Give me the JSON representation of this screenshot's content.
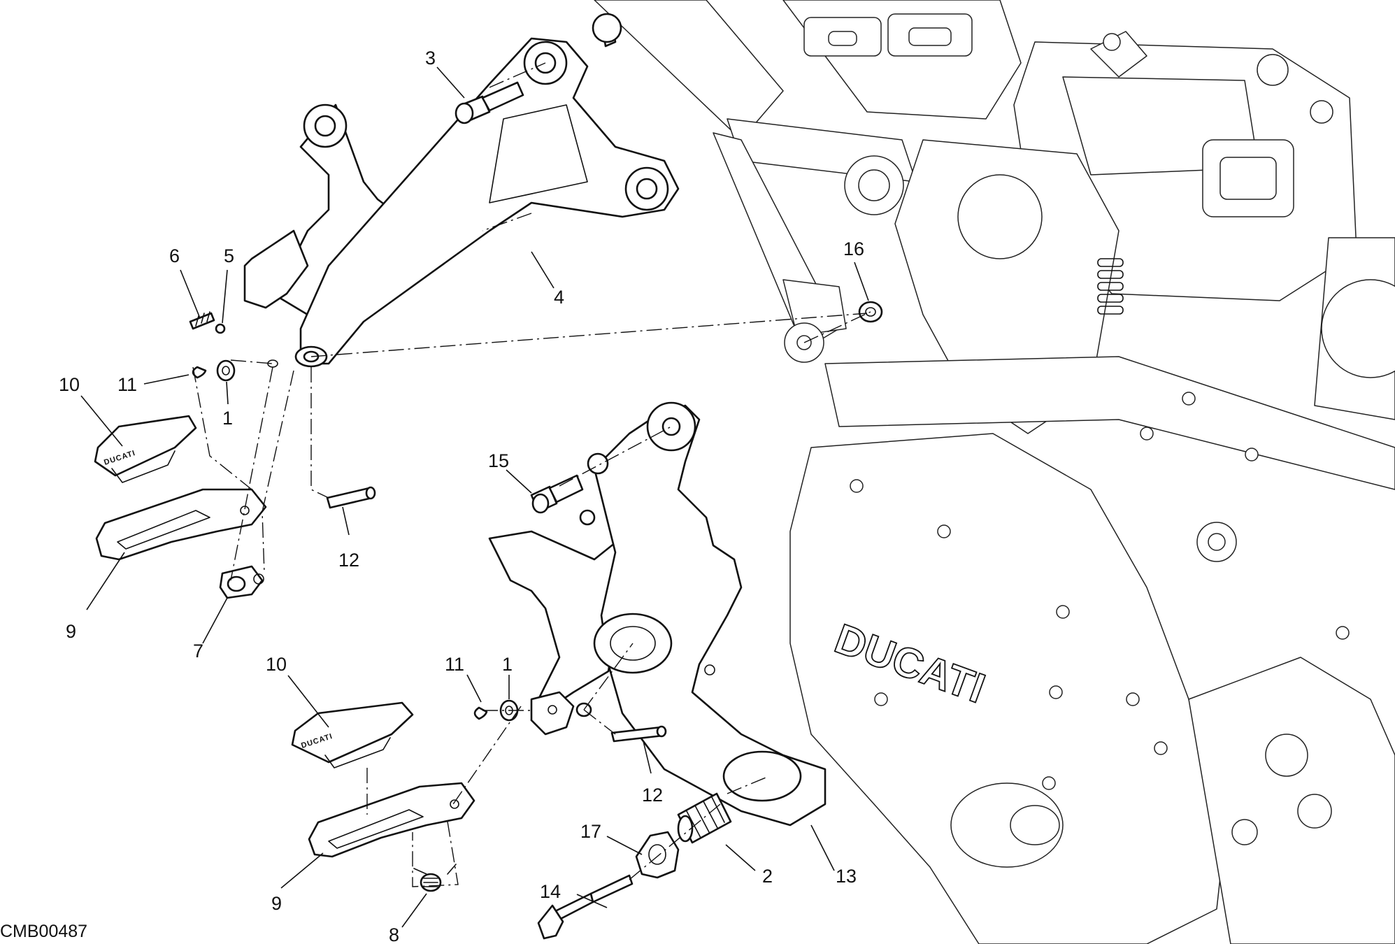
{
  "diagram": {
    "drawing_code": "CMB00487",
    "engine_brand": "DUCATI",
    "footpeg_brand": "DUCATI",
    "callouts": [
      {
        "id": "c3",
        "label": "3"
      },
      {
        "id": "c4",
        "label": "4"
      },
      {
        "id": "c6",
        "label": "6"
      },
      {
        "id": "c5",
        "label": "5"
      },
      {
        "id": "c16",
        "label": "16"
      },
      {
        "id": "c10a",
        "label": "10"
      },
      {
        "id": "c11a",
        "label": "11"
      },
      {
        "id": "c1a",
        "label": "1"
      },
      {
        "id": "c15",
        "label": "15"
      },
      {
        "id": "c12a",
        "label": "12"
      },
      {
        "id": "c9a",
        "label": "9"
      },
      {
        "id": "c7",
        "label": "7"
      },
      {
        "id": "c10b",
        "label": "10"
      },
      {
        "id": "c11b",
        "label": "11"
      },
      {
        "id": "c1b",
        "label": "1"
      },
      {
        "id": "c12b",
        "label": "12"
      },
      {
        "id": "c17",
        "label": "17"
      },
      {
        "id": "c14",
        "label": "14"
      },
      {
        "id": "c2",
        "label": "2"
      },
      {
        "id": "c13",
        "label": "13"
      },
      {
        "id": "c9b",
        "label": "9"
      },
      {
        "id": "c8",
        "label": "8"
      }
    ]
  }
}
